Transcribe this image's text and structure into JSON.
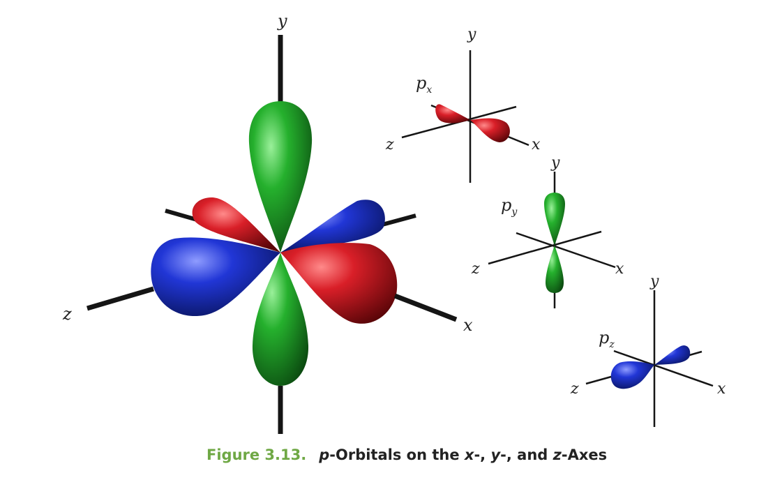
{
  "figure": {
    "number": "Figure 3.13.",
    "title_parts": [
      "p",
      "-Orbitals on the ",
      "x",
      "-, ",
      "y",
      "-, and ",
      "z",
      "-Axes"
    ]
  },
  "main_axes": {
    "x": "x",
    "y": "y",
    "z": "z"
  },
  "px_panel": {
    "label": "p",
    "subscript": "x",
    "axes": {
      "x": "x",
      "y": "y",
      "z": "z"
    }
  },
  "py_panel": {
    "label": "p",
    "subscript": "y",
    "axes": {
      "x": "x",
      "y": "y",
      "z": "z"
    }
  },
  "pz_panel": {
    "label": "p",
    "subscript": "z",
    "axes": {
      "x": "x",
      "y": "y",
      "z": "z"
    }
  },
  "colors": {
    "red_lobe": "#c8141e",
    "green_lobe": "#22a32a",
    "blue_lobe": "#1a2fc8",
    "axis": "#151515",
    "caption_number": "#6fa845"
  }
}
